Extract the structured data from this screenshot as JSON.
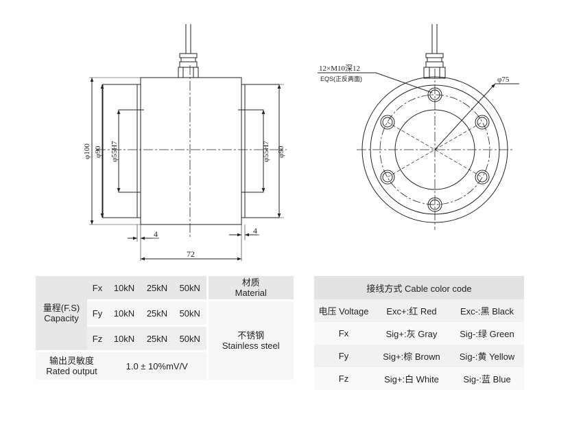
{
  "drawing": {
    "side_view": {
      "dim_diameter_100": "φ100",
      "dim_diameter_90_left": "φ90",
      "dim_bore_left": "φ55H7",
      "dim_bore_right": "φ55H7",
      "dim_diameter_90_right": "φ90",
      "dim_flange_4_left": "4",
      "dim_flange_4_right": "4",
      "dim_length_72": "72"
    },
    "front_view": {
      "hole_spec": "12×M10深12",
      "hole_note": "EQS(正反两面)",
      "dim_pcd_75": "φ75"
    }
  },
  "spec_table": {
    "capacity_label": "量程(F.S)",
    "capacity_label_en": "Capacity",
    "rows": [
      {
        "axis": "Fx",
        "v1": "10kN",
        "v2": "25kN",
        "v3": "50kN"
      },
      {
        "axis": "Fy",
        "v1": "10kN",
        "v2": "25kN",
        "v3": "50kN"
      },
      {
        "axis": "Fz",
        "v1": "10kN",
        "v2": "25kN",
        "v3": "50kN"
      }
    ],
    "material_label": "材质",
    "material_label_en": "Material",
    "material_value": "不锈钢",
    "material_value_en": "Stainless steel",
    "output_label": "输出灵敏度",
    "output_label_en": "Rated output",
    "output_value": "1.0 ± 10%mV/V"
  },
  "cable_table": {
    "header": "接线方式 Cable color code",
    "rows": [
      {
        "label": "电压 Voltage",
        "a": "Exc+:红 Red",
        "b": "Exc-:黑 Black"
      },
      {
        "label": "Fx",
        "a": "Sig+:灰 Gray",
        "b": "Sig-:绿 Green"
      },
      {
        "label": "Fy",
        "a": "Sig+:棕 Brown",
        "b": "Sig-:黄 Yellow"
      },
      {
        "label": "Fz",
        "a": "Sig+:白 White",
        "b": "Sig-:蓝 Blue"
      }
    ]
  }
}
